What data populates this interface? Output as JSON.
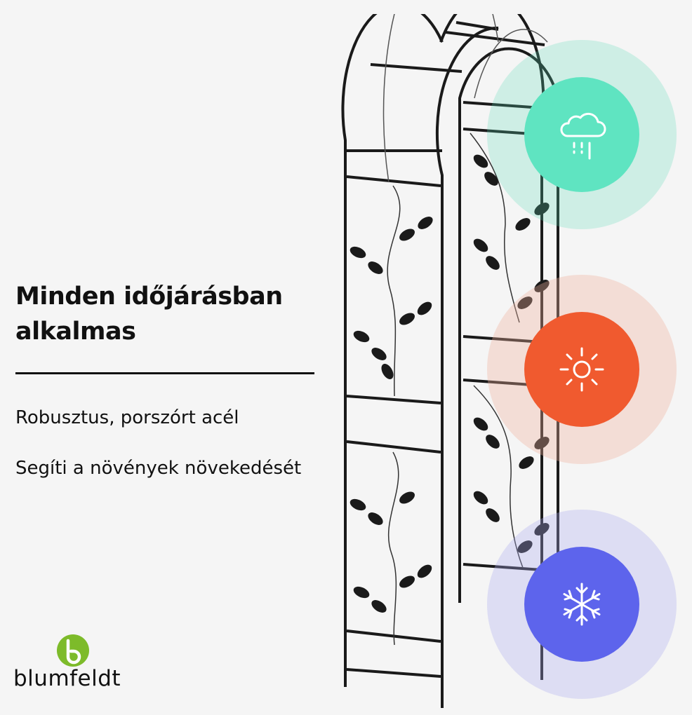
{
  "headline": "Minden időjárásban alkalmas",
  "features": [
    "Robusztus, porszórt acél",
    "Segíti a növények növekedését"
  ],
  "brand": {
    "name": "blumfeldt",
    "colors": {
      "logo": "#7dbb2a",
      "text": "#111111"
    }
  },
  "weather_badges": [
    {
      "icon": "cloud-rain-icon",
      "color": "#5fe4c1"
    },
    {
      "icon": "sun-icon",
      "color": "#f05a2f"
    },
    {
      "icon": "snowflake-icon",
      "color": "#5d64ec"
    }
  ],
  "product_image": {
    "subject": "garden-arch-trellis-icon",
    "color": "#1a1a1a"
  }
}
